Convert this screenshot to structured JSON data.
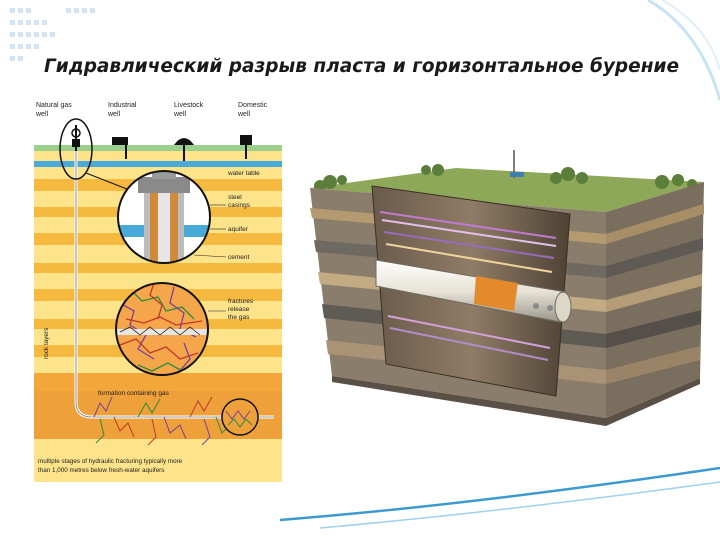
{
  "slide": {
    "title": "Гидравлический разрыв пласта и горизонтальное бурение"
  },
  "left_diagram": {
    "top_labels": {
      "natural_gas_well": [
        "Natural gas",
        "well"
      ],
      "industrial_well": [
        "Industrial",
        "well"
      ],
      "livestock_well": [
        "Livestock",
        "well"
      ],
      "domestic_well": [
        "Domestic",
        "well"
      ]
    },
    "callouts": {
      "water_table": "water table",
      "steel_casings": [
        "steel",
        "casings"
      ],
      "aquifer": "aquifer",
      "cement": "cement",
      "fractures": [
        "fractures",
        "release",
        "the gas"
      ],
      "rock_layers": "rock layers",
      "formation": "formation containing gas",
      "caption": [
        "multiple stages of hydraulic fracturing typically more",
        "than 1,000 metres below fresh-water aquifers"
      ]
    }
  },
  "colors": {
    "accent": "#3d9ad1",
    "layer_light": "#fde38a",
    "layer_dark": "#f6b940",
    "water": "#49a9d8",
    "pipe": "#e8e8e8"
  }
}
